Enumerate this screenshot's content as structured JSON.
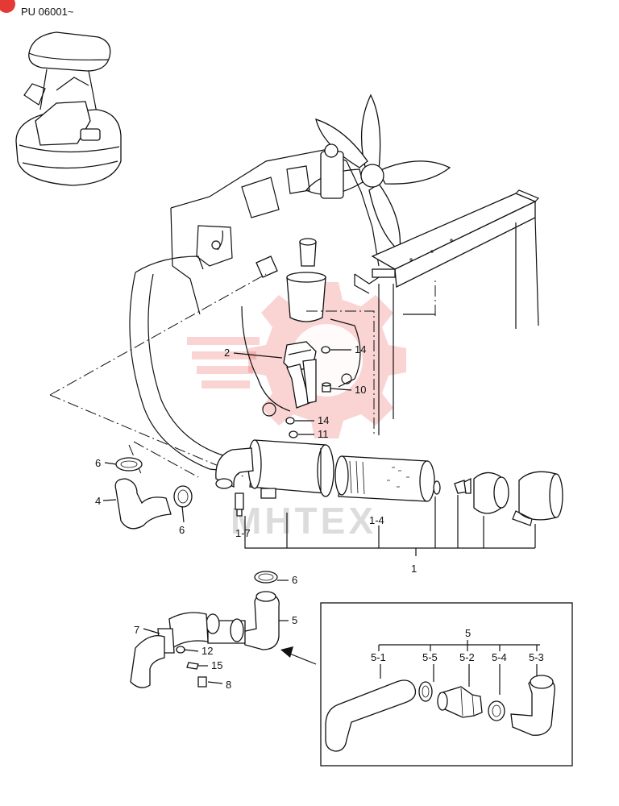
{
  "header": {
    "serial_range": "PU 06001~"
  },
  "watermark": {
    "text": "MHTEX",
    "color": "#e53935"
  },
  "callouts": {
    "c1": "1",
    "c1_4": "1-4",
    "c1_7": "1-7",
    "c2": "2",
    "c4": "4",
    "c5": "5",
    "c6_top": "6",
    "c6_mid": "6",
    "c6_low": "6",
    "c7": "7",
    "c8": "8",
    "c10": "10",
    "c11": "11",
    "c12": "12",
    "c14_top": "14",
    "c14_low": "14",
    "c15": "15"
  },
  "inset": {
    "group_label": "5",
    "parts": [
      "5-1",
      "5-5",
      "5-2",
      "5-4",
      "5-3"
    ]
  },
  "colors": {
    "line": "#111111",
    "watermark_gear": "#e53935",
    "corner_badge": "#e53935"
  }
}
